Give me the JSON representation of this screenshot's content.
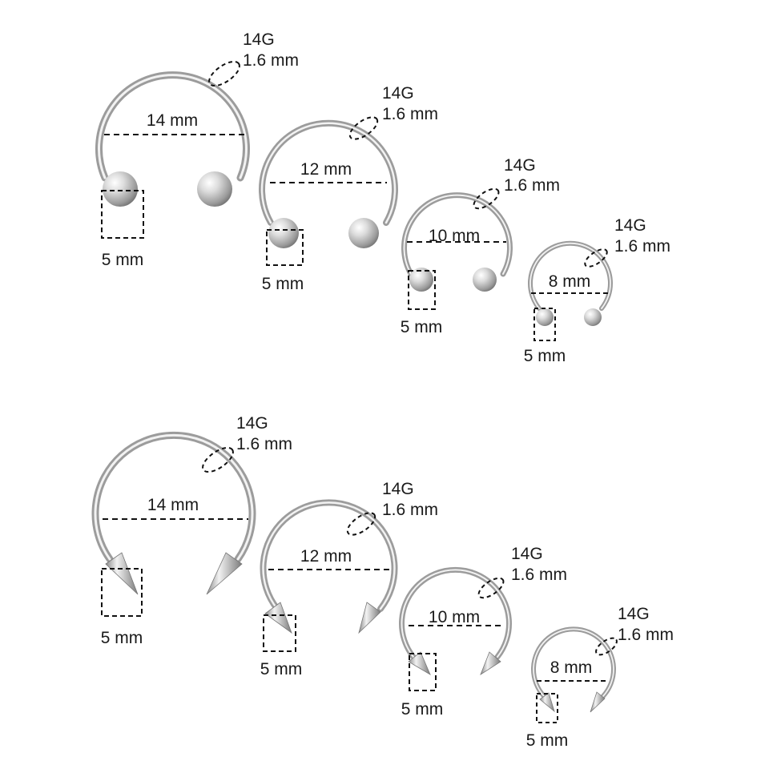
{
  "colors": {
    "background": "#ffffff",
    "text": "#1a1a1a",
    "dashed": "#111111",
    "metal": "#c9c9c9"
  },
  "ball_rings": [
    {
      "diameter": "14 mm",
      "gauge": "14G",
      "thickness": "1.6 mm",
      "end_size": "5 mm"
    },
    {
      "diameter": "12 mm",
      "gauge": "14G",
      "thickness": "1.6 mm",
      "end_size": "5 mm"
    },
    {
      "diameter": "10 mm",
      "gauge": "14G",
      "thickness": "1.6 mm",
      "end_size": "5 mm"
    },
    {
      "diameter": "8 mm",
      "gauge": "14G",
      "thickness": "1.6 mm",
      "end_size": "5 mm"
    }
  ],
  "spike_rings": [
    {
      "diameter": "14 mm",
      "gauge": "14G",
      "thickness": "1.6 mm",
      "end_size": "5 mm"
    },
    {
      "diameter": "12 mm",
      "gauge": "14G",
      "thickness": "1.6 mm",
      "end_size": "5 mm"
    },
    {
      "diameter": "10 mm",
      "gauge": "14G",
      "thickness": "1.6 mm",
      "end_size": "5 mm"
    },
    {
      "diameter": "8 mm",
      "gauge": "14G",
      "thickness": "1.6 mm",
      "end_size": "5 mm"
    }
  ]
}
